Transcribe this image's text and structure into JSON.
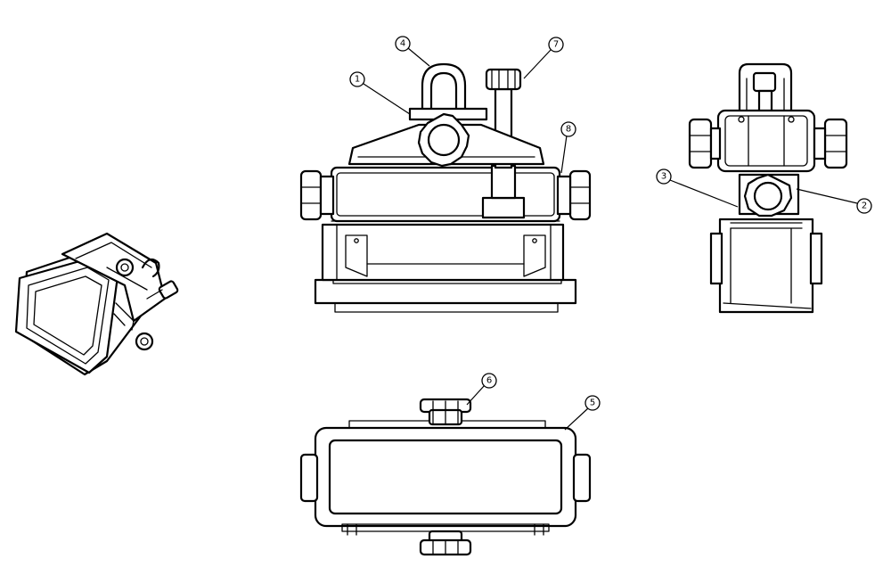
{
  "drawing": {
    "views": [
      "isometric-view",
      "front-view",
      "side-view",
      "top-view"
    ],
    "balloons": [
      {
        "id": "balloon-1",
        "label": "1"
      },
      {
        "id": "balloon-2",
        "label": "2"
      },
      {
        "id": "balloon-3",
        "label": "3"
      },
      {
        "id": "balloon-4",
        "label": "4"
      },
      {
        "id": "balloon-5",
        "label": "5"
      },
      {
        "id": "balloon-6",
        "label": "6"
      },
      {
        "id": "balloon-7",
        "label": "7"
      },
      {
        "id": "balloon-8",
        "label": "8"
      }
    ]
  },
  "colors": {
    "line": "#000000",
    "background": "#ffffff"
  }
}
